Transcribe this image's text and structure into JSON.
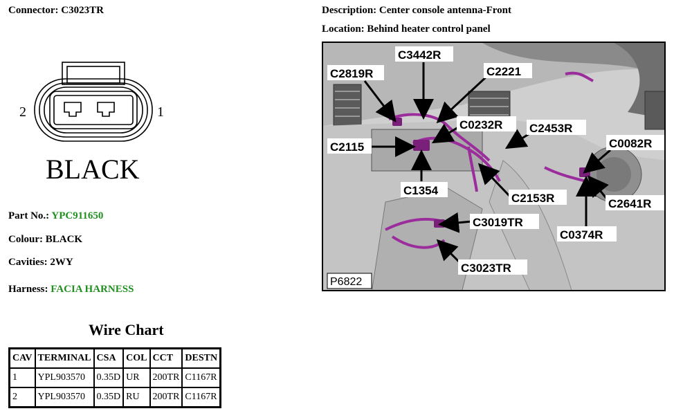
{
  "connector": {
    "label": "Connector:",
    "value": "C3023TR"
  },
  "description": {
    "label": "Description:",
    "value": "Center console antenna-Front"
  },
  "location": {
    "label": "Location:",
    "value": "Behind heater control panel"
  },
  "diagram": {
    "pin_left": "2",
    "pin_right": "1",
    "colour_text": "BLACK"
  },
  "part_no": {
    "label": "Part No.:",
    "value": "YPC911650"
  },
  "colour": {
    "label": "Colour:",
    "value": "BLACK"
  },
  "cavities": {
    "label": "Cavities:",
    "value": "2WY"
  },
  "harness": {
    "label": "Harness:",
    "value": "FACIA HARNESS"
  },
  "wire_chart": {
    "title": "Wire Chart",
    "headers": [
      "CAV",
      "TERMINAL",
      "CSA",
      "COL",
      "CCT",
      "DESTN"
    ],
    "rows": [
      [
        "1",
        "YPL903570",
        "0.35D",
        "UR",
        "200TR",
        "C1167R"
      ],
      [
        "2",
        "YPL903570",
        "0.35D",
        "RU",
        "200TR",
        "C1167R"
      ]
    ]
  },
  "photo": {
    "id": "P6822",
    "callouts": [
      "C3442R",
      "C2819R",
      "C2221",
      "C0232R",
      "C2453R",
      "C2115",
      "C0082R",
      "C1354",
      "C2153R",
      "C2641R",
      "C3019TR",
      "C0374R",
      "C3023TR"
    ],
    "harness_color": "#9b2c9b"
  }
}
